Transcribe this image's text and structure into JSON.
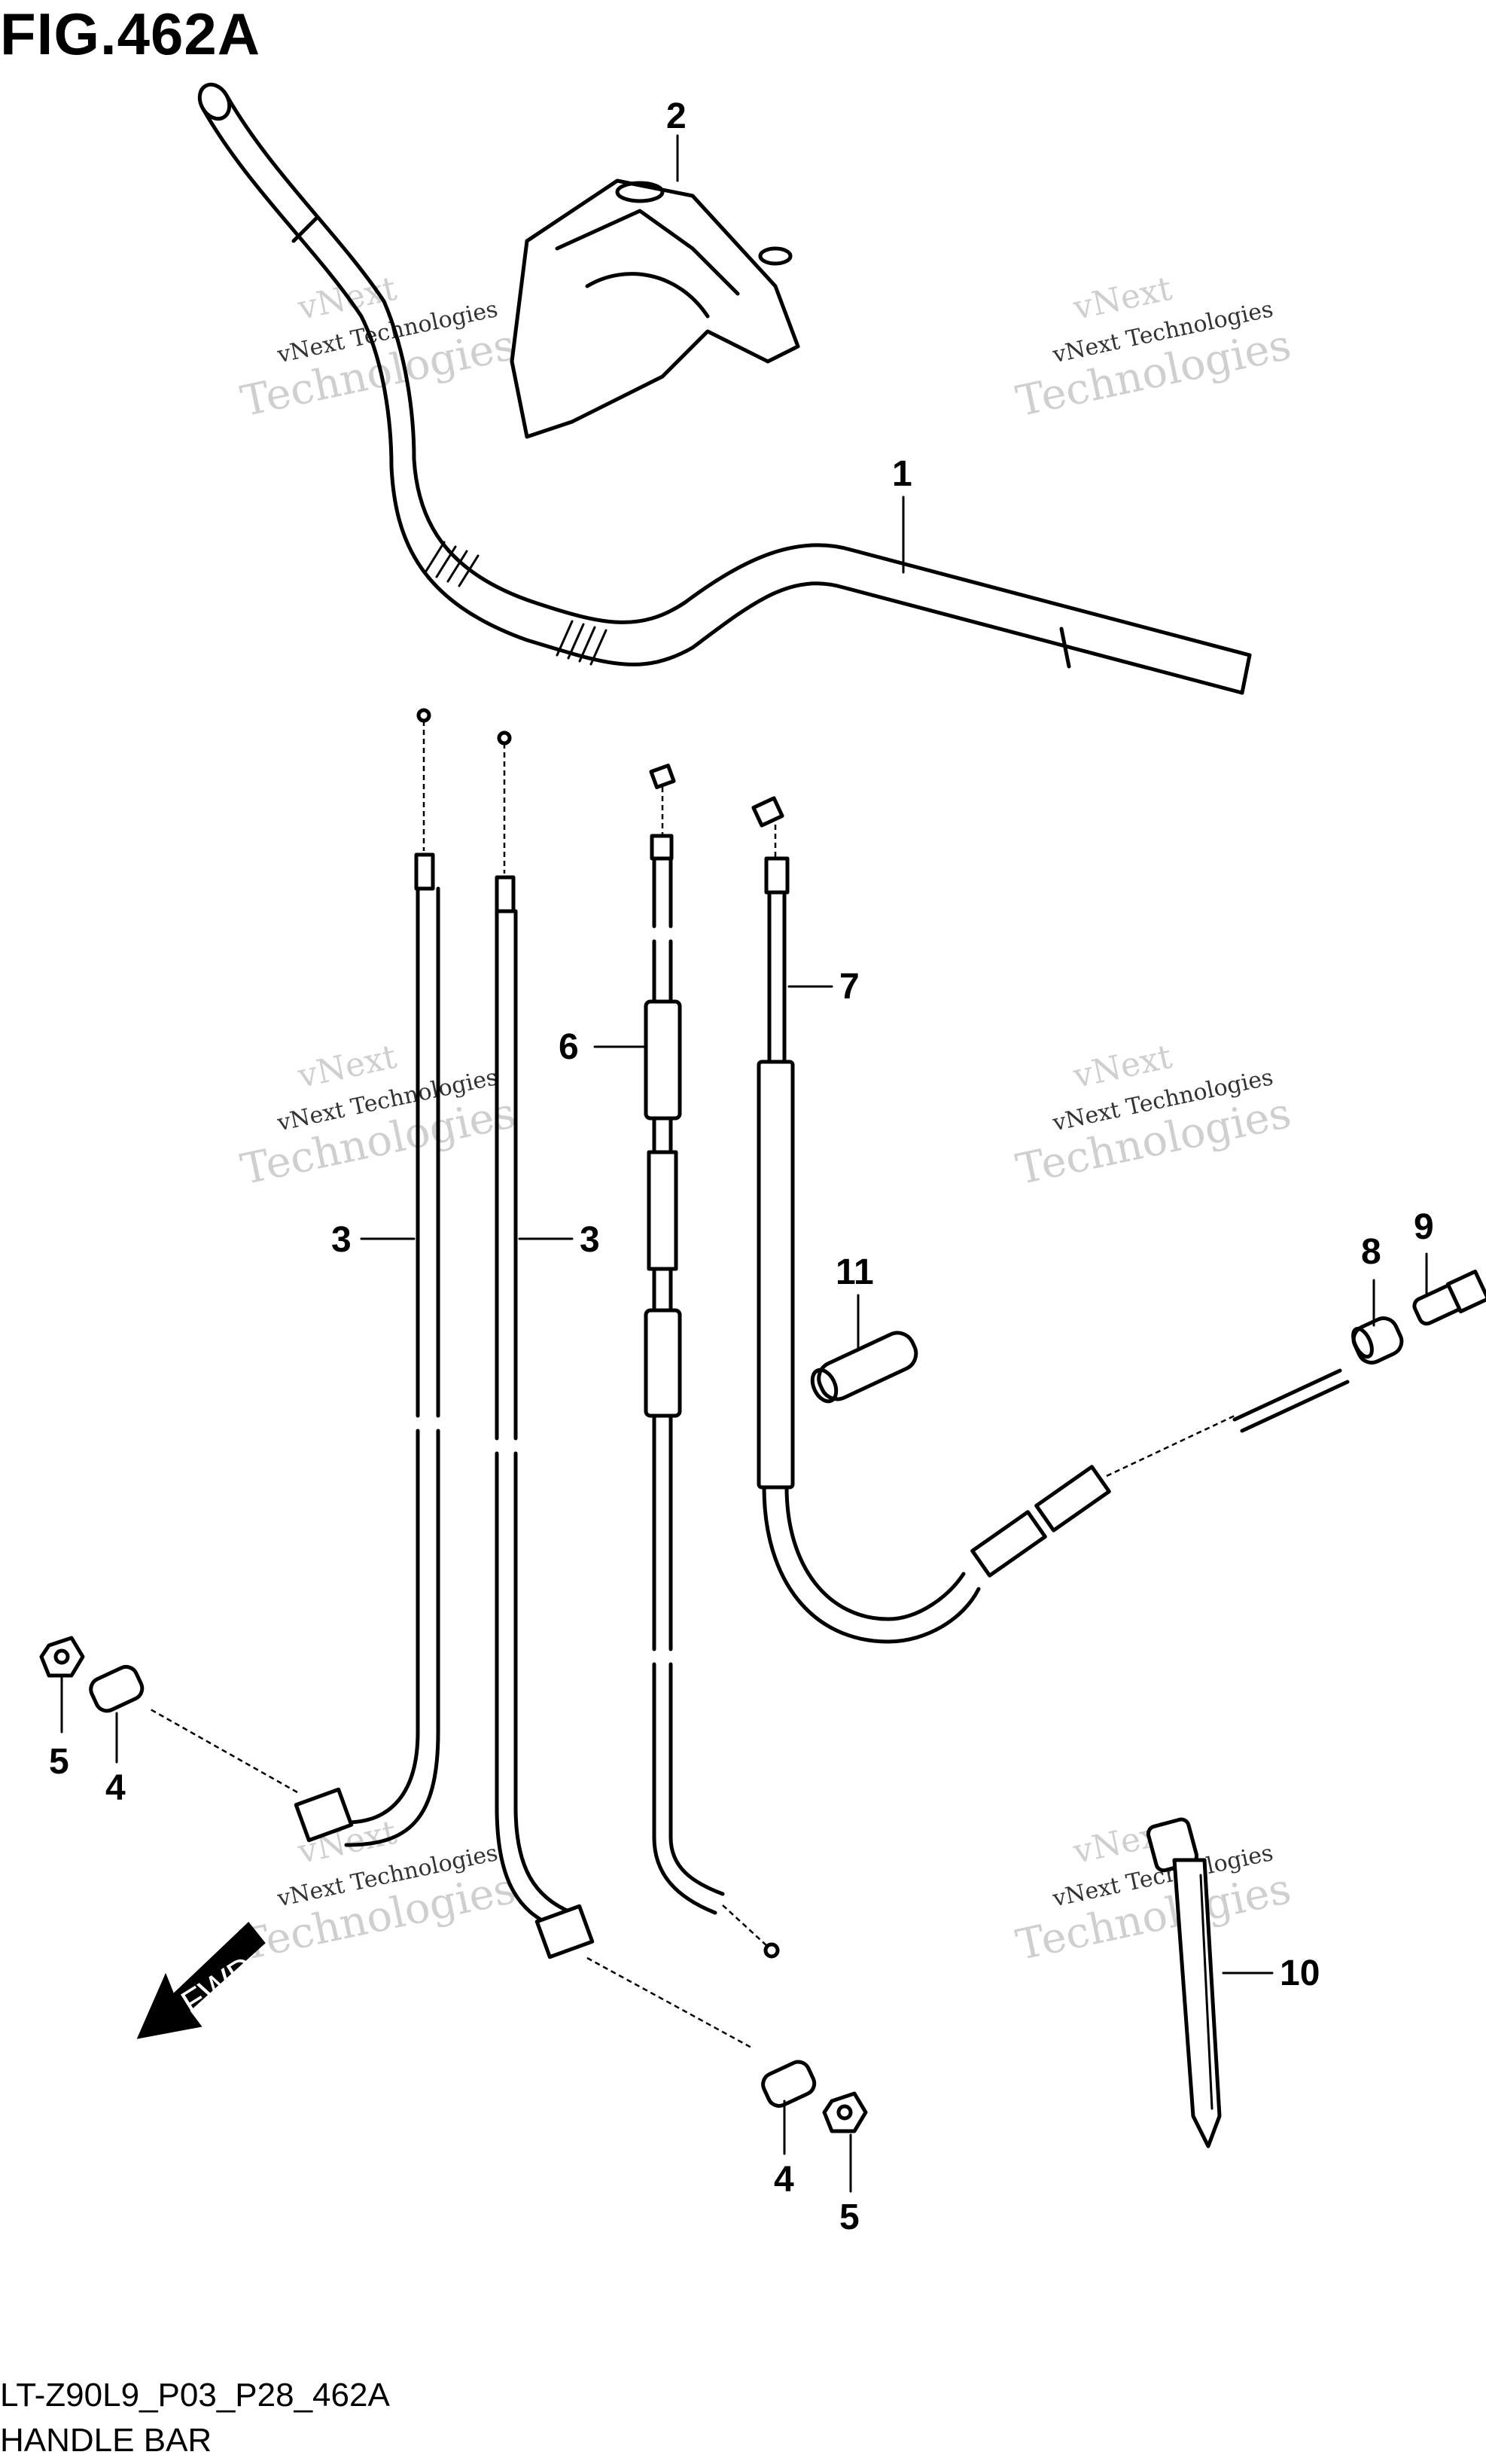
{
  "figure": {
    "title": "FIG.462A",
    "code": "LT-Z90L9_P03_P28_462A",
    "name": "HANDLE BAR"
  },
  "watermark": {
    "line1": "vNext",
    "line2": "vNext Technologies",
    "line3": "Technologies"
  },
  "direction_label": "FWD",
  "callouts": [
    {
      "id": "1"
    },
    {
      "id": "2"
    },
    {
      "id": "3"
    },
    {
      "id": "3"
    },
    {
      "id": "4"
    },
    {
      "id": "5"
    },
    {
      "id": "4"
    },
    {
      "id": "5"
    },
    {
      "id": "6"
    },
    {
      "id": "7"
    },
    {
      "id": "8"
    },
    {
      "id": "9"
    },
    {
      "id": "10"
    },
    {
      "id": "11"
    }
  ]
}
